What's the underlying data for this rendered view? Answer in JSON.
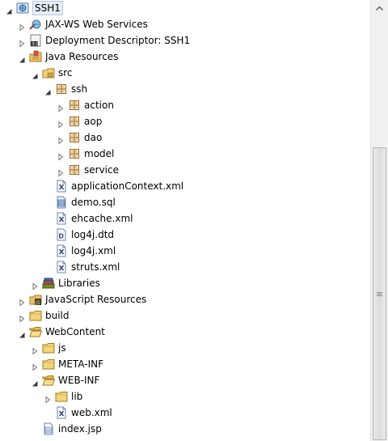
{
  "tree": {
    "rows": [
      {
        "label": "SSH1",
        "icon": "web-project-icon",
        "level": 0,
        "state": "expanded",
        "selected": true
      },
      {
        "label": "JAX-WS Web Services",
        "icon": "web-services-icon",
        "level": 1,
        "state": "collapsed"
      },
      {
        "label": "Deployment Descriptor: SSH1",
        "icon": "deployment-descriptor-icon",
        "level": 1,
        "state": "collapsed"
      },
      {
        "label": "Java Resources",
        "icon": "java-resources-icon",
        "level": 1,
        "state": "expanded"
      },
      {
        "label": "src",
        "icon": "source-folder-icon",
        "level": 2,
        "state": "expanded"
      },
      {
        "label": "ssh",
        "icon": "package-icon",
        "level": 3,
        "state": "expanded"
      },
      {
        "label": "action",
        "icon": "package-icon",
        "level": 4,
        "state": "collapsed"
      },
      {
        "label": "aop",
        "icon": "package-icon",
        "level": 4,
        "state": "collapsed"
      },
      {
        "label": "dao",
        "icon": "package-icon",
        "level": 4,
        "state": "collapsed"
      },
      {
        "label": "model",
        "icon": "package-icon",
        "level": 4,
        "state": "collapsed"
      },
      {
        "label": "service",
        "icon": "package-icon",
        "level": 4,
        "state": "collapsed"
      },
      {
        "label": "applicationContext.xml",
        "icon": "xml-file-icon",
        "level": 3,
        "state": "leaf"
      },
      {
        "label": "demo.sql",
        "icon": "sql-file-icon",
        "level": 3,
        "state": "leaf"
      },
      {
        "label": "ehcache.xml",
        "icon": "xml-file-icon",
        "level": 3,
        "state": "leaf"
      },
      {
        "label": "log4j.dtd",
        "icon": "dtd-file-icon",
        "level": 3,
        "state": "leaf"
      },
      {
        "label": "log4j.xml",
        "icon": "xml-file-icon",
        "level": 3,
        "state": "leaf"
      },
      {
        "label": "struts.xml",
        "icon": "xml-file-icon",
        "level": 3,
        "state": "leaf"
      },
      {
        "label": "Libraries",
        "icon": "libraries-icon",
        "level": 2,
        "state": "collapsed"
      },
      {
        "label": "JavaScript Resources",
        "icon": "javascript-resources-icon",
        "level": 1,
        "state": "collapsed"
      },
      {
        "label": "build",
        "icon": "folder-icon",
        "level": 1,
        "state": "collapsed"
      },
      {
        "label": "WebContent",
        "icon": "folder-open-icon",
        "level": 1,
        "state": "expanded"
      },
      {
        "label": "js",
        "icon": "folder-icon",
        "level": 2,
        "state": "collapsed"
      },
      {
        "label": "META-INF",
        "icon": "folder-icon",
        "level": 2,
        "state": "collapsed"
      },
      {
        "label": "WEB-INF",
        "icon": "folder-open-icon",
        "level": 2,
        "state": "expanded"
      },
      {
        "label": "lib",
        "icon": "folder-icon",
        "level": 3,
        "state": "collapsed"
      },
      {
        "label": "web.xml",
        "icon": "xml-file-icon",
        "level": 3,
        "state": "leaf"
      },
      {
        "label": "index.jsp",
        "icon": "jsp-file-icon",
        "level": 2,
        "state": "leaf"
      }
    ]
  },
  "scrollbar": {
    "up_icon": "arrow-up-icon",
    "down_icon": "arrow-down-icon",
    "position": 0.8
  }
}
